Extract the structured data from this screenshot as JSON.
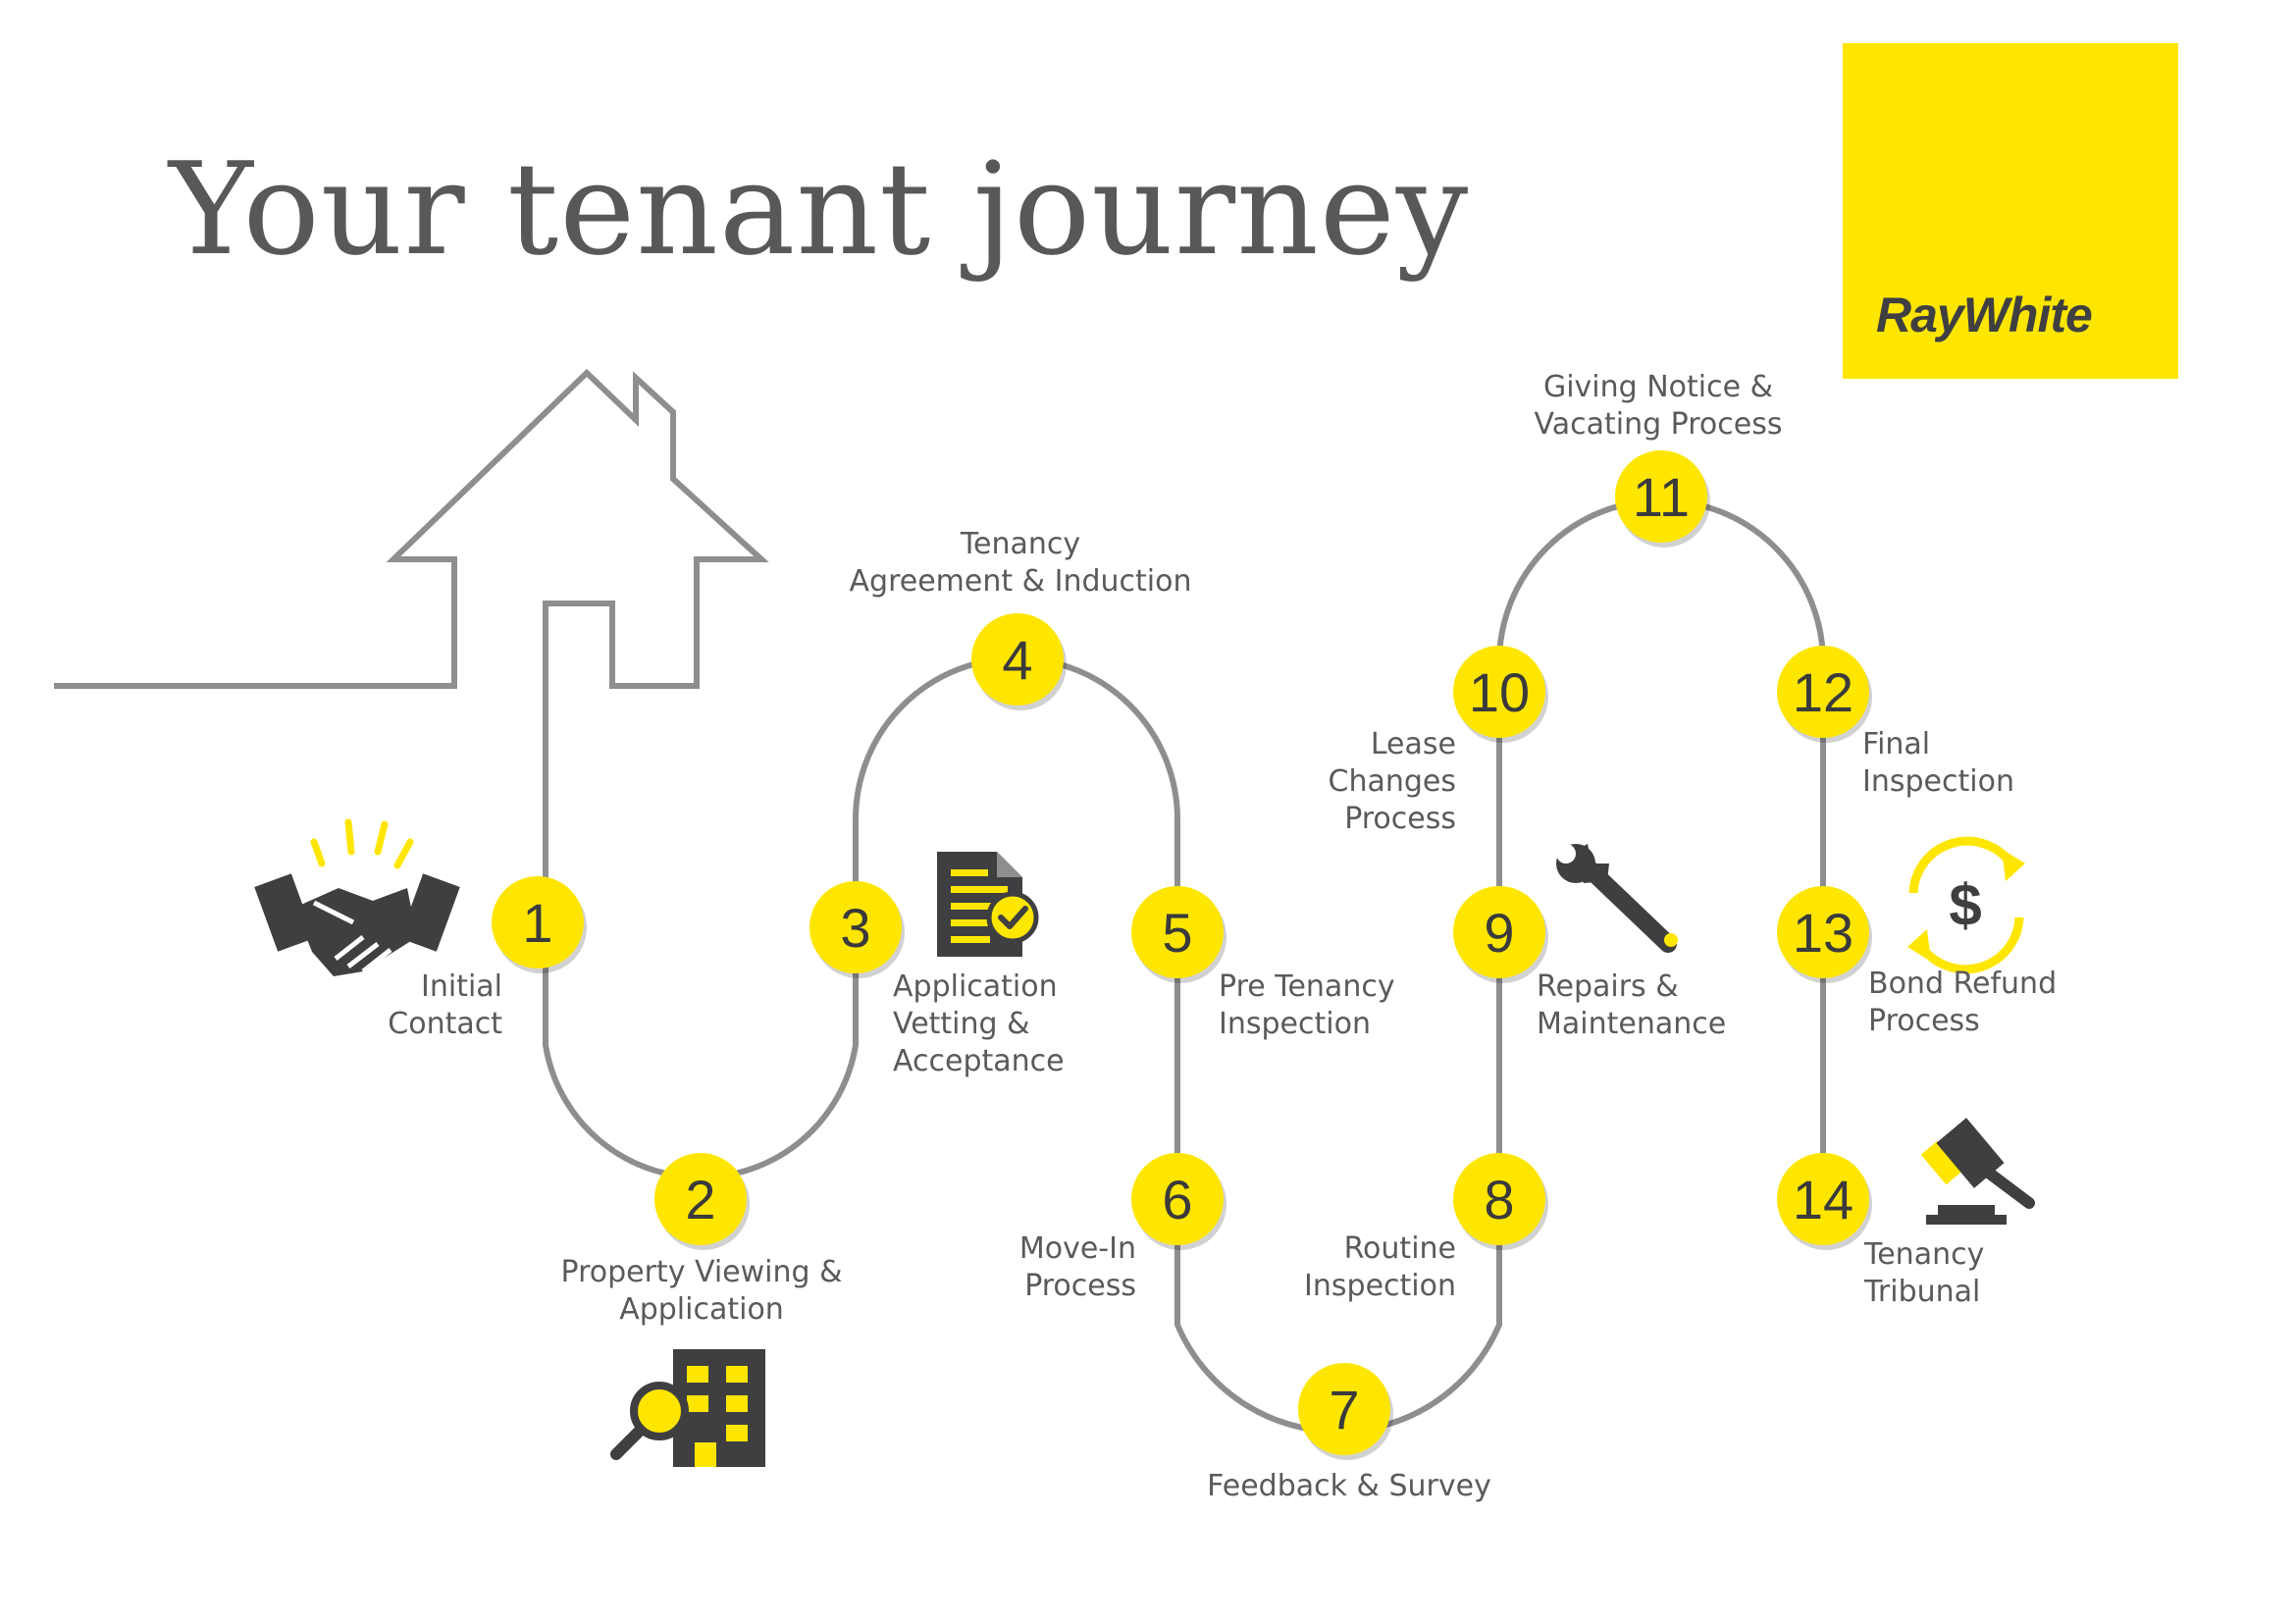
{
  "title": "Your tenant journey",
  "brand": {
    "name": "RayWhite",
    "color": "#ffe600"
  },
  "colors": {
    "accent": "#ffe600",
    "line": "#8e8e90",
    "icon": "#3f3f41"
  },
  "steps": [
    {
      "number": "1",
      "label": "Initial\nContact",
      "icon": "handshake-icon"
    },
    {
      "number": "2",
      "label": "Property Viewing &\nApplication",
      "icon": "building-search-icon"
    },
    {
      "number": "3",
      "label": "Application\nVetting &\nAcceptance",
      "icon": "document-check-icon"
    },
    {
      "number": "4",
      "label": "Tenancy\nAgreement & Induction"
    },
    {
      "number": "5",
      "label": "Pre Tenancy\nInspection"
    },
    {
      "number": "6",
      "label": "Move-In\nProcess"
    },
    {
      "number": "7",
      "label": "Feedback & Survey"
    },
    {
      "number": "8",
      "label": "Routine\nInspection"
    },
    {
      "number": "9",
      "label": "Repairs &\nMaintenance",
      "icon": "wrench-icon"
    },
    {
      "number": "10",
      "label": "Lease\nChanges\nProcess"
    },
    {
      "number": "11",
      "label": "Giving Notice &\nVacating Process"
    },
    {
      "number": "12",
      "label": "Final\nInspection"
    },
    {
      "number": "13",
      "label": "Bond Refund\nProcess",
      "icon": "dollar-refund-icon"
    },
    {
      "number": "14",
      "label": "Tenancy Tribunal",
      "icon": "gavel-icon"
    }
  ]
}
